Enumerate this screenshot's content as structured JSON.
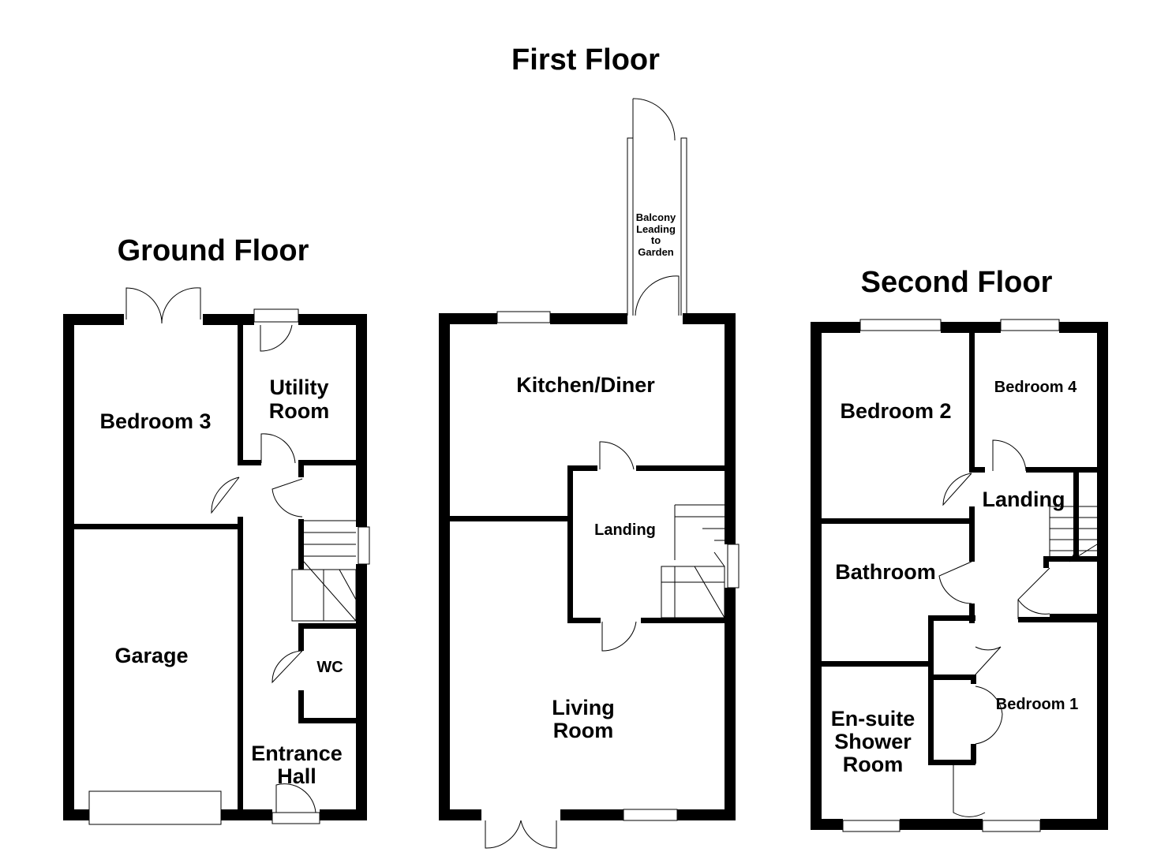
{
  "floors": {
    "ground": {
      "title": "Ground Floor",
      "rooms": {
        "bedroom3": "Bedroom 3",
        "utility_1": "Utility",
        "utility_2": "Room",
        "garage": "Garage",
        "wc": "WC",
        "hall_1": "Entrance",
        "hall_2": "Hall"
      }
    },
    "first": {
      "title": "First Floor",
      "rooms": {
        "kitchen": "Kitchen/Diner",
        "landing": "Landing",
        "living_1": "Living",
        "living_2": "Room",
        "balcony_1": "Balcony",
        "balcony_2": "Leading",
        "balcony_3": "to",
        "balcony_4": "Garden"
      }
    },
    "second": {
      "title": "Second Floor",
      "rooms": {
        "bedroom2": "Bedroom 2",
        "bedroom4": "Bedroom 4",
        "landing": "Landing",
        "bathroom": "Bathroom",
        "bedroom1": "Bedroom 1",
        "ensuite_1": "En-suite",
        "ensuite_2": "Shower",
        "ensuite_3": "Room"
      }
    }
  }
}
